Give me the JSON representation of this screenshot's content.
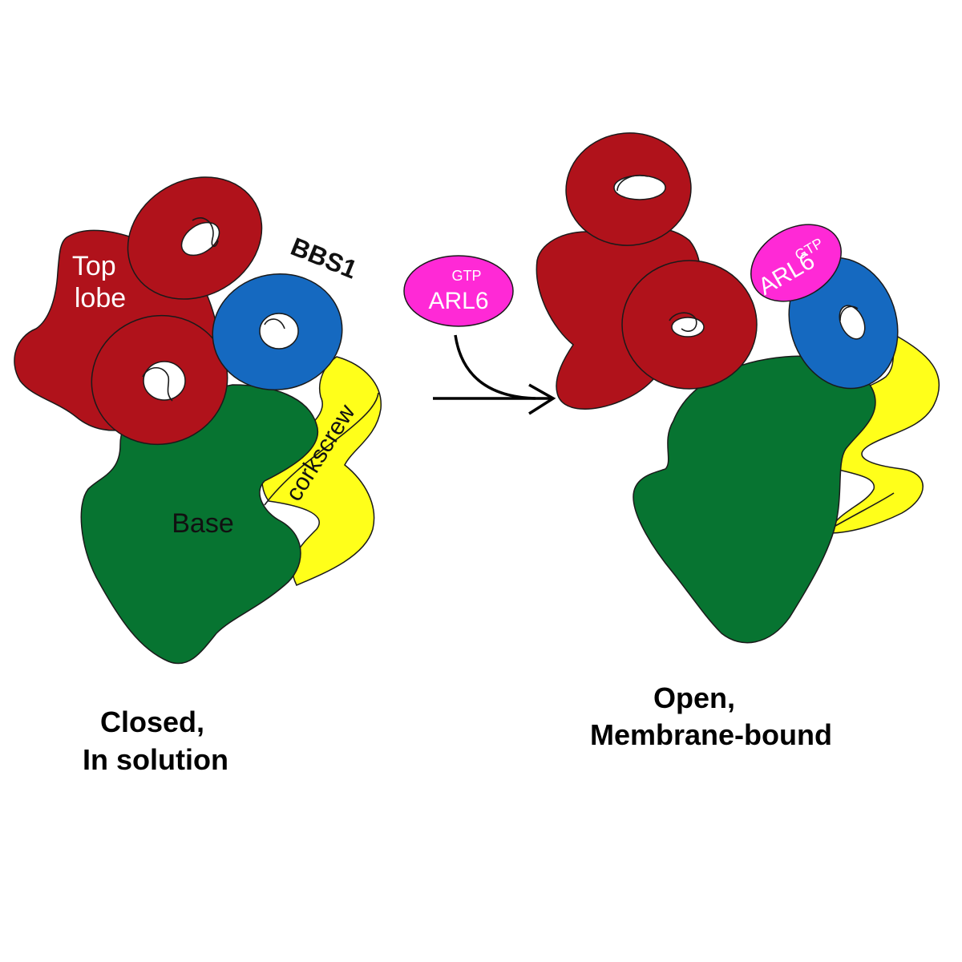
{
  "colors": {
    "top_lobe": "#b0121b",
    "base": "#077431",
    "bbs1": "#1569c0",
    "corkscrew": "#ffff1a",
    "arl6": "#ff29d6",
    "arrow": "#000000"
  },
  "closed_state": {
    "top_lobe_label_line1": "Top",
    "top_lobe_label_line2": "lobe",
    "bbs1_label": "BBS1",
    "corkscrew_label": "corkscrew",
    "base_label": "Base",
    "caption_line1": "Closed,",
    "caption_line2": "In solution"
  },
  "free_arl6": {
    "gtp_label": "GTP",
    "arl6_label": "ARL6"
  },
  "open_state": {
    "gtp_label": "GTP",
    "arl6_label": "ARL6",
    "caption_line1": "Open,",
    "caption_line2": "Membrane-bound"
  }
}
